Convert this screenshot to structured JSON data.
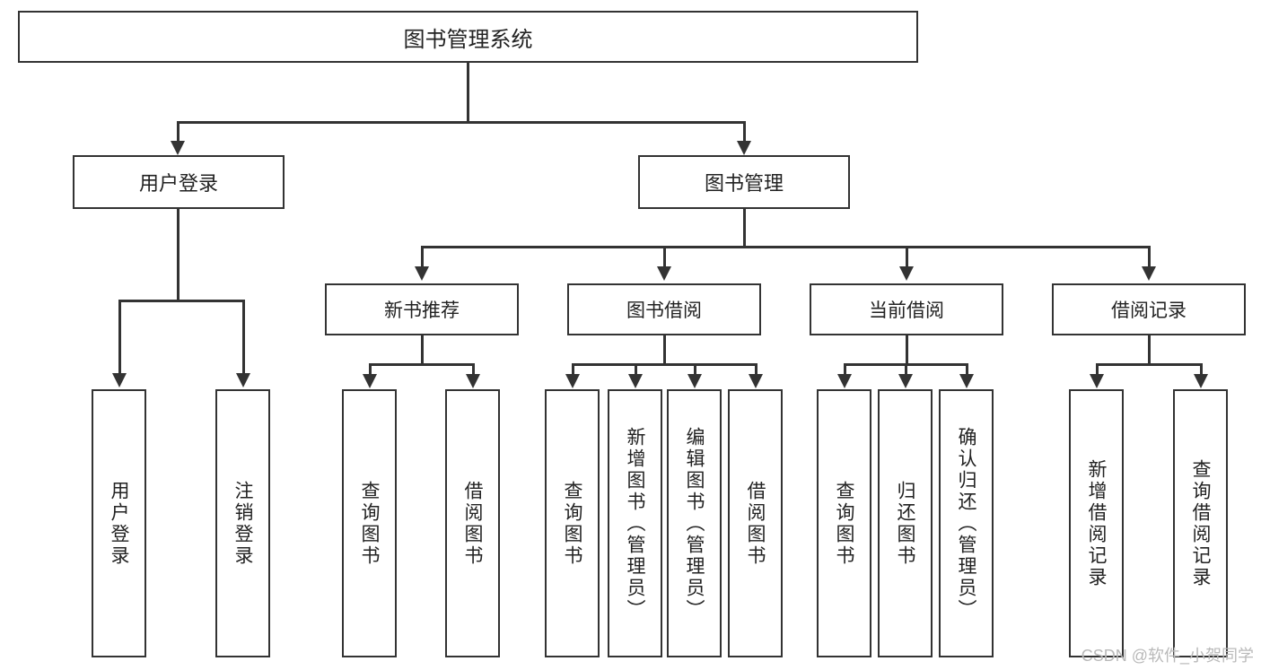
{
  "diagram": {
    "title": "图书管理系统",
    "type": "hierarchy-tree",
    "root": {
      "label": "图书管理系统"
    },
    "level2": [
      {
        "label": "用户登录"
      },
      {
        "label": "图书管理"
      }
    ],
    "level3": [
      {
        "label": "新书推荐"
      },
      {
        "label": "图书借阅"
      },
      {
        "label": "当前借阅"
      },
      {
        "label": "借阅记录"
      }
    ],
    "leaves": {
      "user_login": [
        {
          "label": "用户登录"
        },
        {
          "label": "注销登录"
        }
      ],
      "new_book_recommend": [
        {
          "label": "查询图书"
        },
        {
          "label": "借阅图书"
        }
      ],
      "book_borrow": [
        {
          "label": "查询图书"
        },
        {
          "label": "新增图书（管理员）"
        },
        {
          "label": "编辑图书（管理员）"
        },
        {
          "label": "借阅图书"
        }
      ],
      "current_borrow": [
        {
          "label": "查询图书"
        },
        {
          "label": "归还图书"
        },
        {
          "label": "确认归还（管理员）"
        }
      ],
      "borrow_record": [
        {
          "label": "新增借阅记录"
        },
        {
          "label": "查询借阅记录"
        }
      ]
    }
  },
  "watermark": {
    "text": "CSDN @软件_小贺同学"
  },
  "colors": {
    "stroke": "#333333",
    "background": "#ffffff",
    "text": "#222222",
    "watermark": "#b9b9b9"
  }
}
